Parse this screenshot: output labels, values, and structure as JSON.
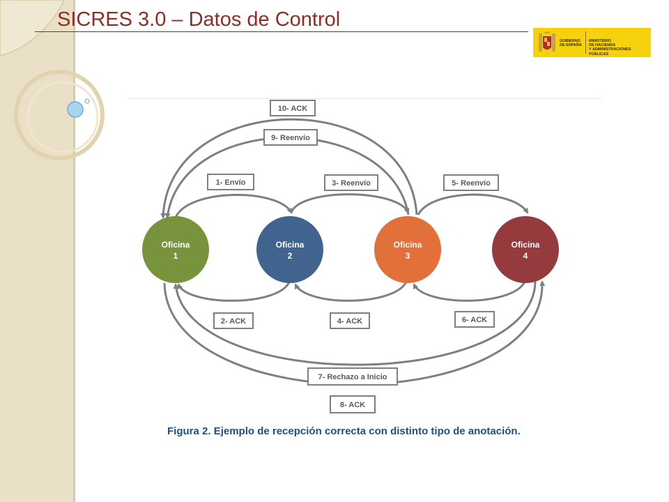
{
  "slide": {
    "title": "SICRES 3.0 – Datos de Control"
  },
  "logo": {
    "left": "GOBIERNO\nDE ESPAÑA",
    "right": "MINISTERIO\nDE HACIENDA\nY ADMINISTRACIONES PÚBLICAS"
  },
  "diagram": {
    "nodes": [
      {
        "id": "o1",
        "label_line1": "Oficina",
        "label_line2": "1",
        "color": "#77933c"
      },
      {
        "id": "o2",
        "label_line1": "Oficina",
        "label_line2": "2",
        "color": "#41648f"
      },
      {
        "id": "o3",
        "label_line1": "Oficina",
        "label_line2": "3",
        "color": "#e2703a"
      },
      {
        "id": "o4",
        "label_line1": "Oficina",
        "label_line2": "4",
        "color": "#953b3e"
      }
    ],
    "edges": [
      {
        "label": "1- Envío"
      },
      {
        "label": "2- ACK"
      },
      {
        "label": "3- Reenvío"
      },
      {
        "label": "4- ACK"
      },
      {
        "label": "5- Reenvío"
      },
      {
        "label": "6- ACK"
      },
      {
        "label": "7- Rechazo a Inicio"
      },
      {
        "label": "8- ACK"
      },
      {
        "label": "9- Reenvío"
      },
      {
        "label": "10- ACK"
      }
    ],
    "arrow_color": "#7f7f7f"
  },
  "caption": {
    "prefix": "Figura 2.",
    "text": " Ejemplo de recepción correcta con distinto tipo de anotación."
  }
}
